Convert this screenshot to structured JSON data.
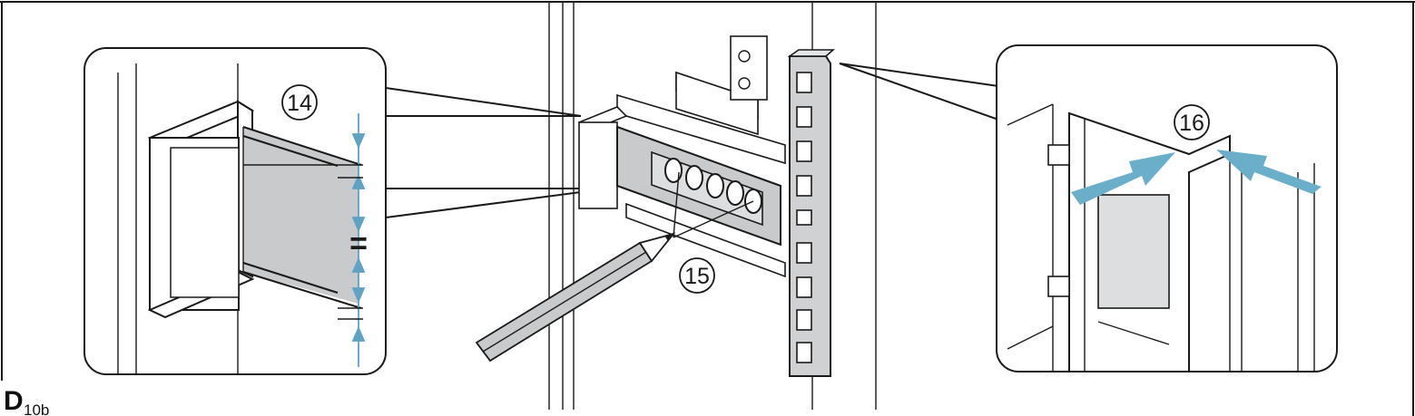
{
  "step_label": {
    "letter": "D",
    "subscript": "10b"
  },
  "callouts": {
    "c14": "14",
    "c15": "15",
    "c16": "16"
  },
  "equal_mark": "=",
  "colors": {
    "line": "#1a1a1a",
    "panel_gray": "#c8cacb",
    "dimension_blue": "#5fa2c4",
    "arrow_blue": "#6aaec9",
    "rail_gray": "#cfd1d2"
  },
  "icons": [
    "pencil-icon",
    "push-arrow-icon",
    "dimension-arrow-icon"
  ]
}
